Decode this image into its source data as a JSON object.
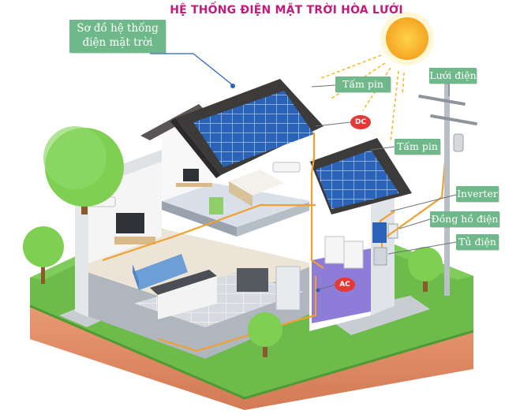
{
  "title": "HỆ THỐNG ĐIỆN MẶT TRỜI HÒA LƯỚI",
  "callouts": {
    "main_line1": "Sơ đồ hệ thống",
    "main_line2": "điện mặt trời",
    "panel_1": "Tấm pin",
    "panel_2": "Tấm pin",
    "grid": "Lưới điện",
    "inverter": "Inverter",
    "meter": "Đồng hồ điện",
    "cabinet": "Tủ điện"
  },
  "tags": {
    "dc": "DC",
    "ac": "AC"
  },
  "colors": {
    "title": "#c41a7a",
    "callout_bg": "#6fb88a",
    "tag_bg": "#e53935",
    "wire": "#f0a030",
    "sun": "#f7b928",
    "roof": "#3d3a3a",
    "panel": "#2a63b8",
    "grass": "#6dbb4a",
    "soil": "#e2906a"
  }
}
